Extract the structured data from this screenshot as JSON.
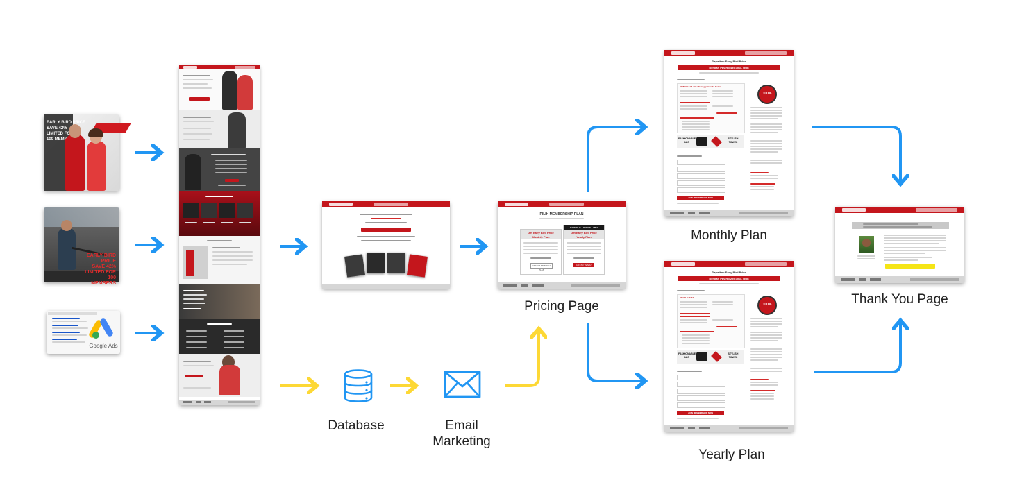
{
  "ads": {
    "fb_ad_1": {
      "caption": [
        "EARLY BIRD PRICE",
        "SAVE 42%",
        "LIMITED FOR",
        "100 MEMBERS"
      ]
    },
    "fb_ad_2": {
      "caption": [
        "EARLY BIRD PRICE",
        "SAVE 42%",
        "LIMITED FOR",
        "100 MEMBERS"
      ]
    },
    "google_ad": {
      "logo_text": "Google Ads"
    }
  },
  "nodes": {
    "database": {
      "label": "Database"
    },
    "email_marketing": {
      "label_line1": "Email",
      "label_line2": "Marketing"
    },
    "pricing_page": {
      "label": "Pricing Page"
    },
    "monthly_plan": {
      "label": "Monthly Plan"
    },
    "yearly_plan": {
      "label": "Yearly Plan"
    },
    "thank_you_page": {
      "label": "Thank You Page"
    }
  },
  "page_mock": {
    "pricing_title": "PILIH MEMBERSHIP PLAN",
    "pricing_monthly": "Get Early Bird Price",
    "pricing_monthly_sub": "Monthly Plan",
    "pricing_yearly": "Get Early Bird Price",
    "pricing_yearly_sub": "Yearly Plan",
    "pricing_badge": "SAVE 36 % + BONUS 1 MTH",
    "pricing_btn_monthly": "DAFTAR MONTHLY PLAN",
    "pricing_btn_yearly": "DAFTAR YEARLY PLAN",
    "monthly_heading": "Dapatkan Early Bird Price",
    "monthly_price": "Dengan Pay Rp 439,000/- / Bln",
    "monthly_sub": "MONTHLY PLAN = Keanggotaan 12 Bulan",
    "yearly_heading": "Dapatkan Early Bird Price",
    "yearly_price": "Dengan Pay Rp 295,000/- / Bln",
    "yearly_sub": "YEARLY PLAN",
    "bag_label": "FASHIONABLE BAG",
    "towel_label": "STYLISH TOWEL",
    "register_btn": "JOIN MEMBERSHIP NOW",
    "badge_pct": "100%"
  },
  "colors": {
    "blue_arrow": "#2196f3",
    "yellow_arrow": "#fdd835",
    "brand_red": "#c4161c",
    "icon_blue": "#2196f3"
  }
}
